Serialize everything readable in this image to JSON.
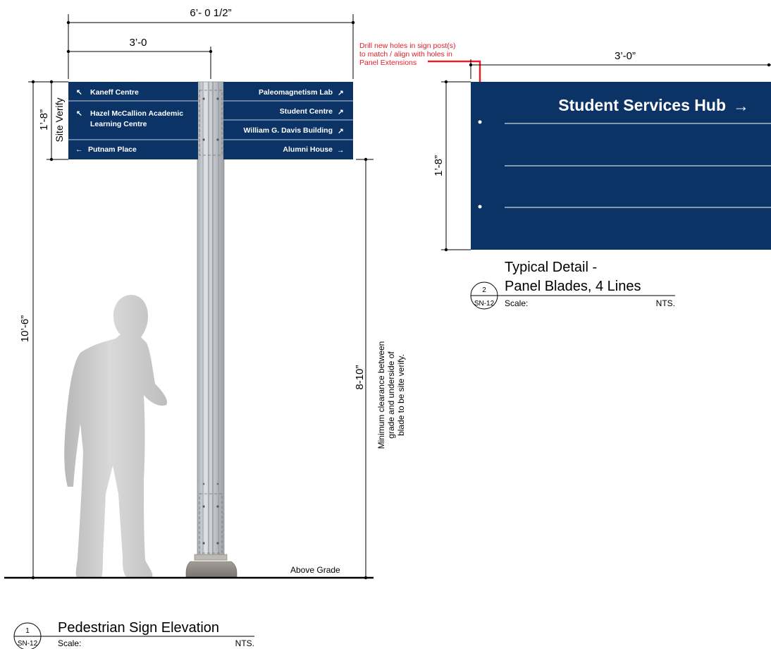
{
  "dimensions": {
    "overall_width": "6’- 0 1/2”",
    "left_blade_width": "3’-0",
    "panel_width": "3’-0”",
    "blade_height": "1’-8”",
    "site_verify": "Site Verify",
    "overall_height": "10’-6”",
    "clearance_height": "8-10”",
    "panel_height": "1’-8”"
  },
  "left_blades": [
    {
      "label": "Kaneff Centre",
      "arrow": "up-left-arrow"
    },
    {
      "label": "Hazel McCallion Academic",
      "label2": "Learning Centre",
      "arrow": "up-left-arrow"
    },
    {
      "label": "Putnam Place",
      "arrow": "left-arrow"
    }
  ],
  "right_blades": [
    {
      "label": "Paleomagnetism Lab",
      "arrow": "up-right-arrow"
    },
    {
      "label": "Student Centre",
      "arrow": "up-right-arrow"
    },
    {
      "label": "William G. Davis Building",
      "arrow": "up-right-arrow"
    },
    {
      "label": "Alumni House",
      "arrow": "right-arrow"
    }
  ],
  "panel_detail": {
    "heading": "Student Services Hub",
    "arrow": "right-arrow",
    "note_lines": [
      "Drill new holes in sign post(s)",
      "to match / align with holes in",
      "Panel Extensions"
    ],
    "title_line1": "Typical Detail -",
    "title_line2": "Panel Blades, 4 Lines",
    "bubble_number": "2",
    "bubble_sheet": "SN-12",
    "scale_label": "Scale:",
    "scale_value": "NTS."
  },
  "elevation": {
    "clearance_note": [
      "Minimum clearance between",
      "grade and  underside of",
      "blade to be site verify."
    ],
    "grade_label": "Above Grade",
    "title": "Pedestrian Sign Elevation",
    "bubble_number": "1",
    "bubble_sheet": "SN-12",
    "scale_label": "Scale:",
    "scale_value": "NTS."
  },
  "colors": {
    "blade_navy": "#0c3365",
    "note_red": "#e0202a",
    "post_grey": "#c2c5c9",
    "base_grey": "#8e8a84",
    "figure_grey": "#c6c6c6"
  }
}
